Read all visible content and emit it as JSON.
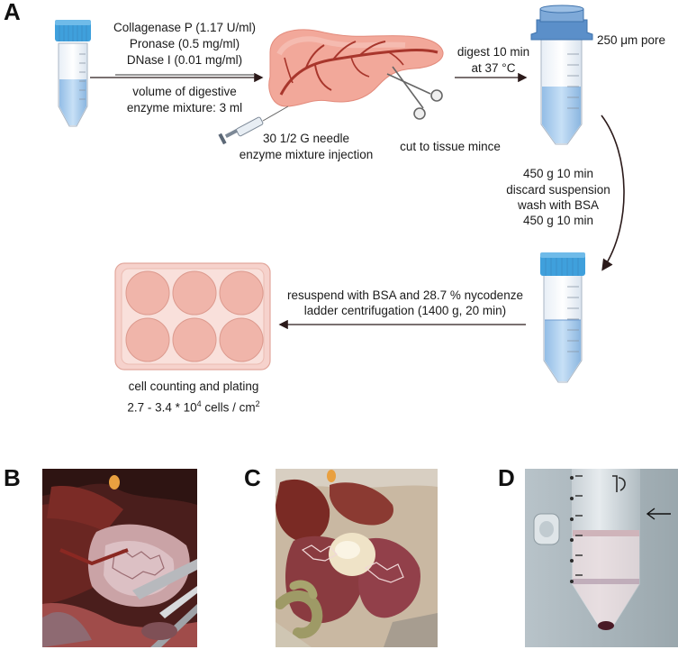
{
  "panels": {
    "a": "A",
    "b": "B",
    "c": "C",
    "d": "D"
  },
  "step1": {
    "reagent_1": "Collagenase P (1.17 U/ml)",
    "reagent_2": "Pronase (0.5 mg/ml)",
    "reagent_3": "DNase I (0.01 mg/ml)",
    "volume_1": "volume of digestive",
    "volume_2": "enzyme mixture: 3 ml"
  },
  "injection": {
    "line_1": "30 1/2 G needle",
    "line_2": "enzyme mixture injection"
  },
  "mince": {
    "label": "cut to tissue mince"
  },
  "digest": {
    "line_1": "digest 10 min",
    "line_2": "at 37 °C"
  },
  "filter": {
    "label": "250 μm pore"
  },
  "centrifuge": {
    "line_1": "450 g 10 min",
    "line_2": "discard suspension",
    "line_3": "wash with BSA",
    "line_4": "450 g 10 min"
  },
  "gradient": {
    "line_1": "resuspend with BSA and 28.7 % nycodenze",
    "line_2": "ladder centrifugation (1400 g, 20 min)"
  },
  "plating": {
    "line_1": "cell counting and plating",
    "line_2_prefix": "2.7 - 3.4 * 10",
    "line_2_exp": "4",
    "line_2_mid": " cells / cm",
    "line_2_exp2": "2"
  },
  "colors": {
    "tube_cap": "#3fa0dc",
    "tube_liquid": "#a9cdee",
    "pancreas": "#f2a89a",
    "vessel": "#a8362c",
    "plate": "#f6d2cc",
    "arrow": "#2b1a1a"
  }
}
